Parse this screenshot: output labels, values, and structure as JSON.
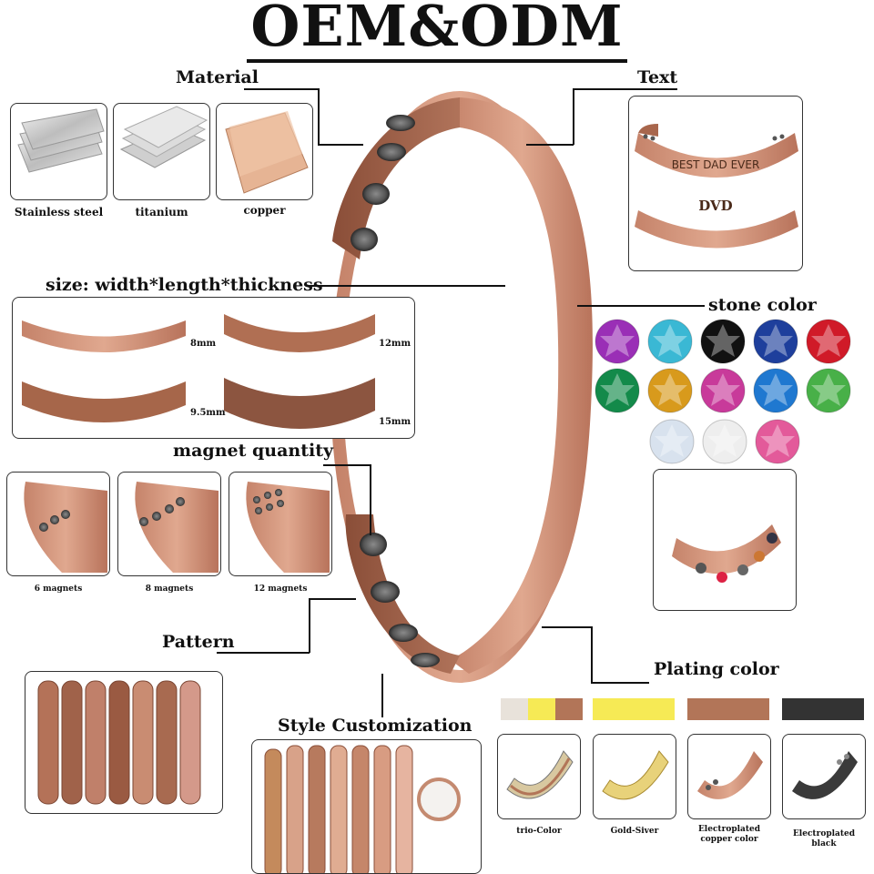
{
  "title": "OEM&ODM",
  "material": {
    "heading": "Material",
    "items": [
      {
        "label": "Stainless steel"
      },
      {
        "label": "titanium"
      },
      {
        "label": "copper"
      }
    ]
  },
  "text": {
    "heading": "Text",
    "engravings": [
      "BEST DAD EVER",
      "DVD"
    ]
  },
  "size": {
    "heading": "size: width*length*thickness",
    "widths": [
      "8mm",
      "12mm",
      "9.5mm",
      "15mm"
    ]
  },
  "stone": {
    "heading": "stone color",
    "colors": [
      "#9a2fb6",
      "#3ab8d4",
      "#111111",
      "#1e3f9c",
      "#d01a28",
      "#138a4a",
      "#d89a1c",
      "#c83a9a",
      "#1f78d0",
      "#48b048",
      "#d8e2ee",
      "#eeeeee",
      "#e35a9a"
    ]
  },
  "magnet": {
    "heading": "magnet quantity",
    "items": [
      {
        "label": "6 magnets"
      },
      {
        "label": "8 magnets"
      },
      {
        "label": "12 magnets"
      }
    ]
  },
  "pattern": {
    "heading": "Pattern"
  },
  "plating": {
    "heading": "Plating color",
    "items": [
      {
        "label": "trio-Color",
        "colors": [
          "#e8e2da",
          "#f6ea55",
          "#b27558"
        ]
      },
      {
        "label": "Gold-Siver",
        "colors": [
          "#f6ea55"
        ]
      },
      {
        "label": "Electroplated copper color",
        "colors": [
          "#b27558"
        ]
      },
      {
        "label": "Electroplated black",
        "colors": [
          "#333333"
        ]
      }
    ]
  },
  "style": {
    "heading": "Style Customization"
  }
}
